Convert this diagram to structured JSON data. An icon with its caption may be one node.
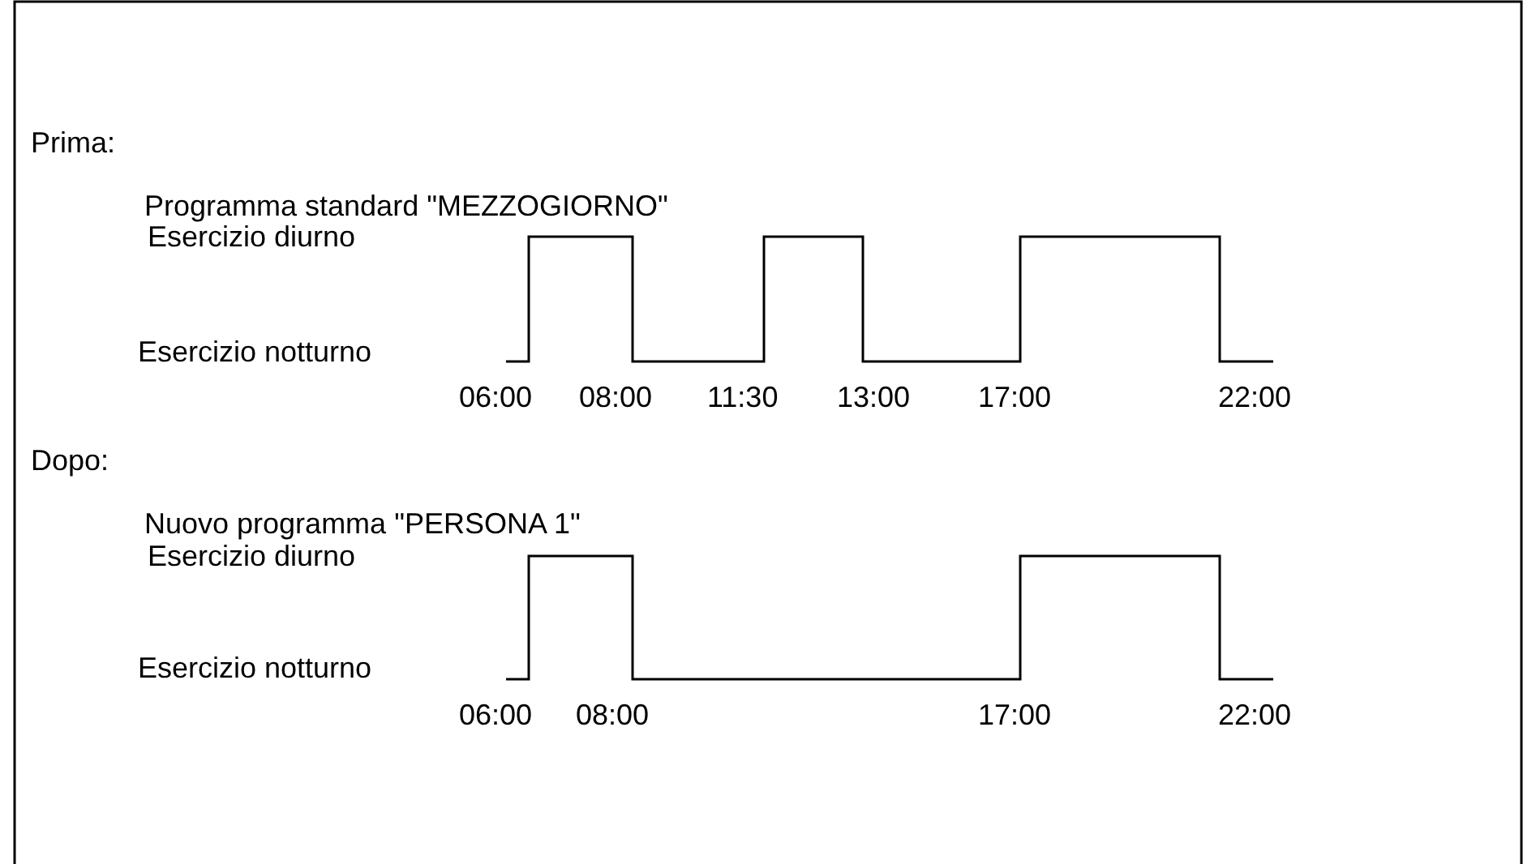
{
  "diagram": {
    "labels": [
      "Prima:",
      "Programma standard \"MEZZOGIORNO\"",
      "Esercizio diurno",
      "Esercizio notturno",
      "06:00",
      "08:00",
      "11:30",
      "13:00",
      "17:00",
      "22:00",
      "Dopo:",
      "Nuovo programma \"PERSONA 1\"",
      "Esercizio diurno",
      "Esercizio notturno",
      "06:00",
      "08:00",
      "17:00",
      "22:00"
    ]
  }
}
